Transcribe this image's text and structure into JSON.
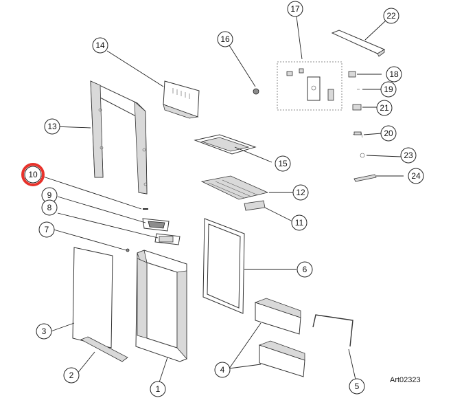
{
  "diagram": {
    "art_number": "Art02323",
    "highlighted_callout": "10",
    "callouts": [
      "1",
      "2",
      "3",
      "4",
      "5",
      "6",
      "7",
      "8",
      "9",
      "10",
      "11",
      "12",
      "13",
      "14",
      "15",
      "16",
      "17",
      "18",
      "19",
      "20",
      "21",
      "22",
      "23",
      "24"
    ],
    "highlight_color": "#e8322b"
  }
}
